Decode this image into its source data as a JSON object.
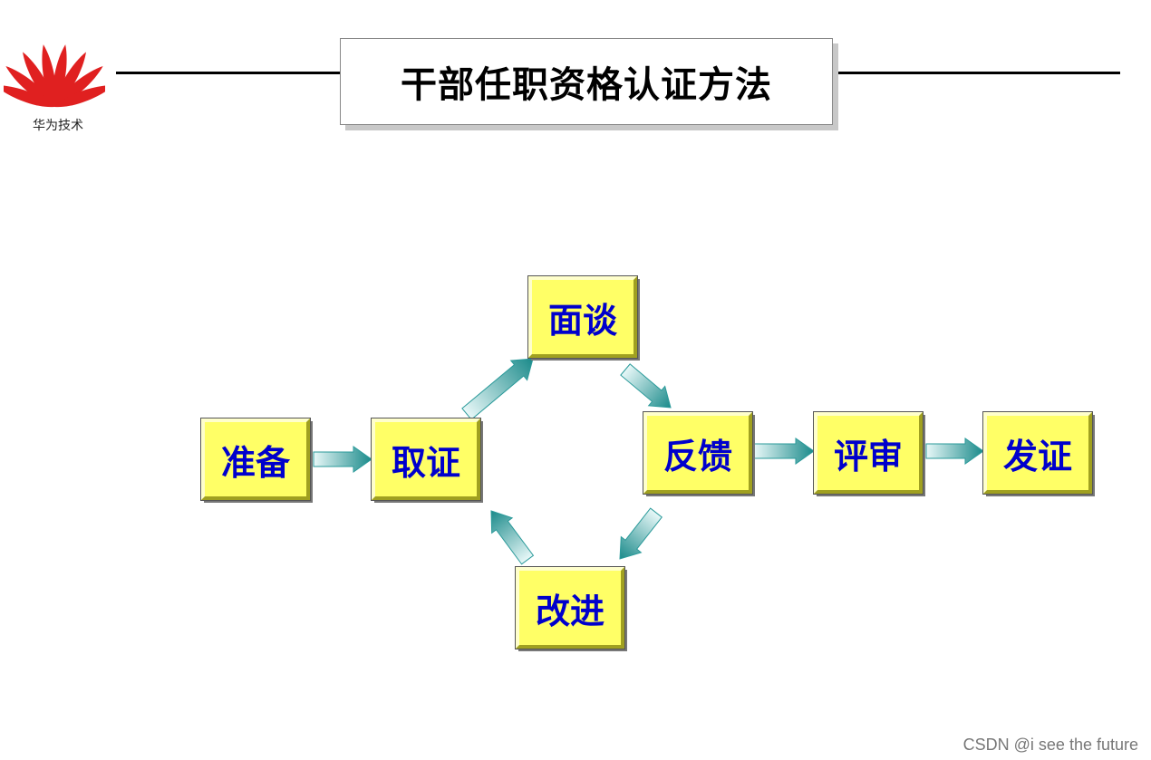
{
  "logo": {
    "icon": "huawei-petal-logo-icon",
    "text": "华为技术",
    "color": "#e02020"
  },
  "title": "干部任职资格认证方法",
  "nodes": {
    "prepare": "准备",
    "evidence": "取证",
    "interview": "面谈",
    "feedback": "反馈",
    "improve": "改进",
    "review": "评审",
    "certify": "发证"
  },
  "colors": {
    "node_fill": "#ffff66",
    "node_text": "#0000cc",
    "arrow": "#2a9a9a"
  },
  "watermark": "CSDN @i see the future"
}
